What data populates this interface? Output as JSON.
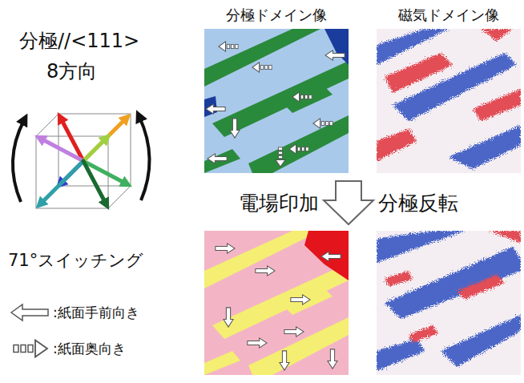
{
  "diagram": {
    "nodes": [
      {
        "text": [
          "分極ドメイン像"
        ]
      },
      {
        "text": [
          "磁気ドメイン像"
        ]
      }
    ],
    "labels": [
      "分極//<111>",
      "8方向",
      "71°スイッチング",
      "電場印加",
      "分極反転"
    ],
    "legend": [
      {
        "text": ":紙面手前向き"
      },
      {
        "text": ":紙面奥向き"
      }
    ]
  }
}
